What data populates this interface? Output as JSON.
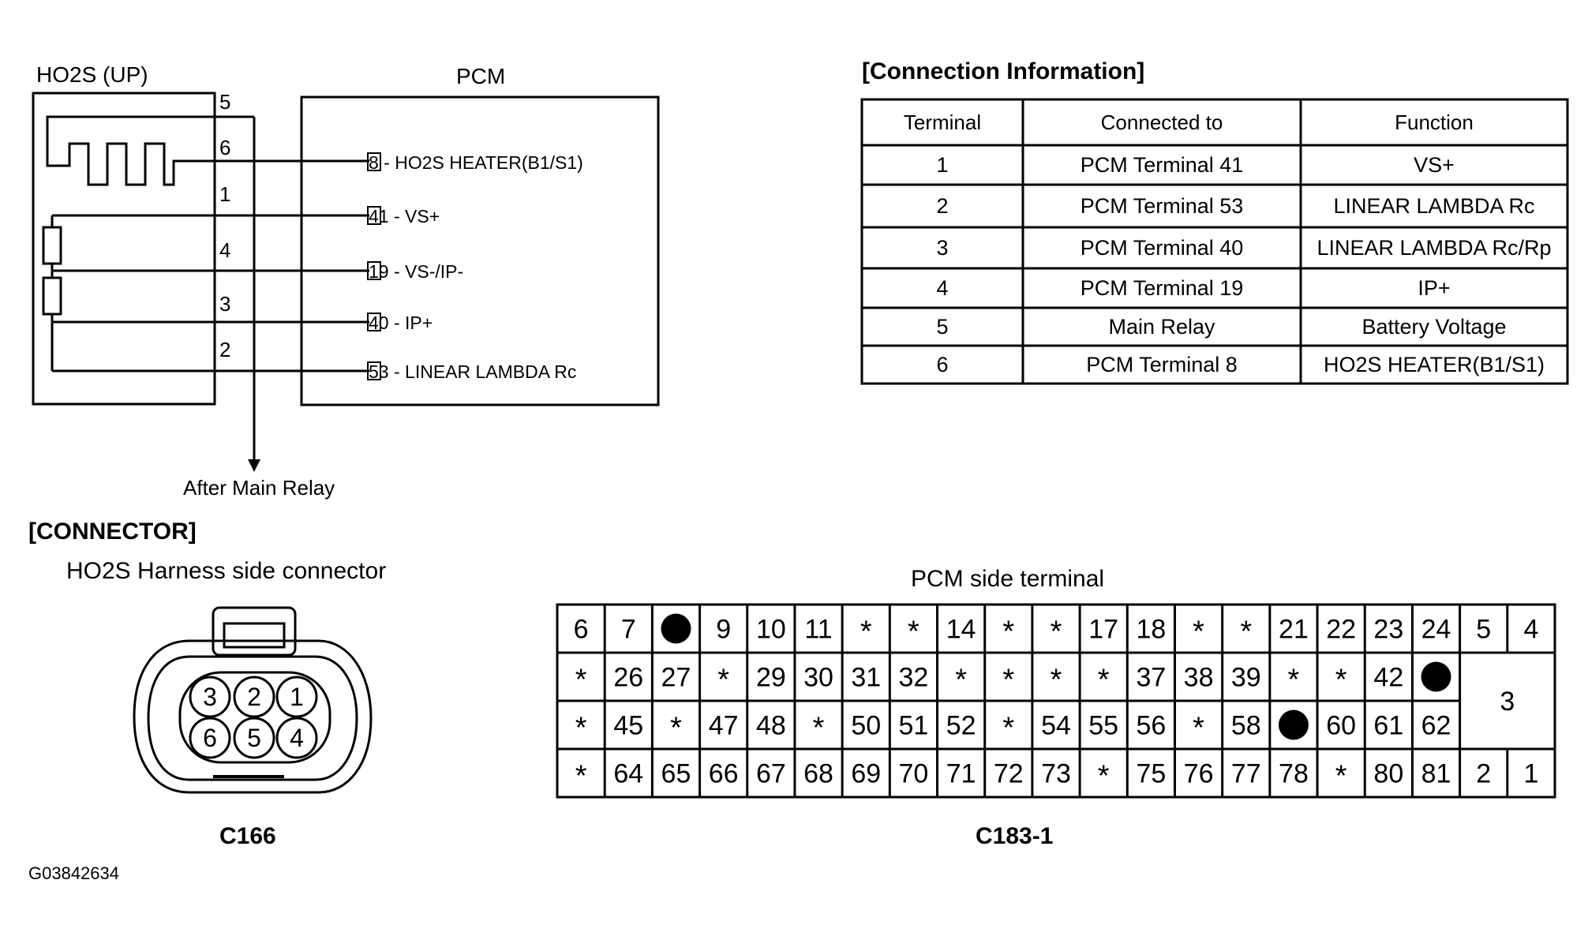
{
  "wiring": {
    "sensor_label": "HO2S (UP)",
    "pcm_label": "PCM",
    "sensor_pins": [
      "5",
      "6",
      "1",
      "4",
      "3",
      "2"
    ],
    "pcm_terminals": [
      {
        "num": "8",
        "text": " - HO2S HEATER(B1/S1)"
      },
      {
        "num": "41",
        "text": " - VS+"
      },
      {
        "num": "19",
        "text": " - VS-/IP-"
      },
      {
        "num": "40",
        "text": " - IP+"
      },
      {
        "num": "53",
        "text": " - LINEAR LAMBDA Rc"
      }
    ],
    "relay_label": "After Main Relay"
  },
  "connection_info": {
    "title": "[Connection Information]",
    "headers": [
      "Terminal",
      "Connected to",
      "Function"
    ],
    "rows": [
      [
        "1",
        "PCM Terminal 41",
        "VS+"
      ],
      [
        "2",
        "PCM Terminal 53",
        "LINEAR LAMBDA Rc"
      ],
      [
        "3",
        "PCM Terminal 40",
        "LINEAR LAMBDA Rc/Rp"
      ],
      [
        "4",
        "PCM Terminal 19",
        "IP+"
      ],
      [
        "5",
        "Main Relay",
        "Battery Voltage"
      ],
      [
        "6",
        "PCM Terminal 8",
        "HO2S HEATER(B1/S1)"
      ]
    ]
  },
  "connector": {
    "title": "[CONNECTOR]",
    "harness_label": "HO2S Harness side connector",
    "harness_pins_top": [
      "3",
      "2",
      "1"
    ],
    "harness_pins_bottom": [
      "6",
      "5",
      "4"
    ],
    "harness_code": "C166",
    "pcm_label": "PCM side terminal",
    "pcm_code": "C183-1",
    "pcm_rows": [
      [
        "6",
        "7",
        "●",
        "9",
        "10",
        "11",
        "*",
        "*",
        "14",
        "*",
        "*",
        "17",
        "18",
        "*",
        "*",
        "21",
        "22",
        "23",
        "24",
        "5",
        "4"
      ],
      [
        "*",
        "26",
        "27",
        "*",
        "29",
        "30",
        "31",
        "32",
        "*",
        "*",
        "*",
        "*",
        "37",
        "38",
        "39",
        "*",
        "*",
        "42",
        "●"
      ],
      [
        "*",
        "45",
        "*",
        "47",
        "48",
        "*",
        "50",
        "51",
        "52",
        "*",
        "54",
        "55",
        "56",
        "*",
        "58",
        "●",
        "60",
        "61",
        "62"
      ],
      [
        "*",
        "64",
        "65",
        "66",
        "67",
        "68",
        "69",
        "70",
        "71",
        "72",
        "73",
        "*",
        "75",
        "76",
        "77",
        "78",
        "*",
        "80",
        "81",
        "2",
        "1"
      ]
    ],
    "pcm_big_cell": "3"
  },
  "figure_id": "G03842634"
}
